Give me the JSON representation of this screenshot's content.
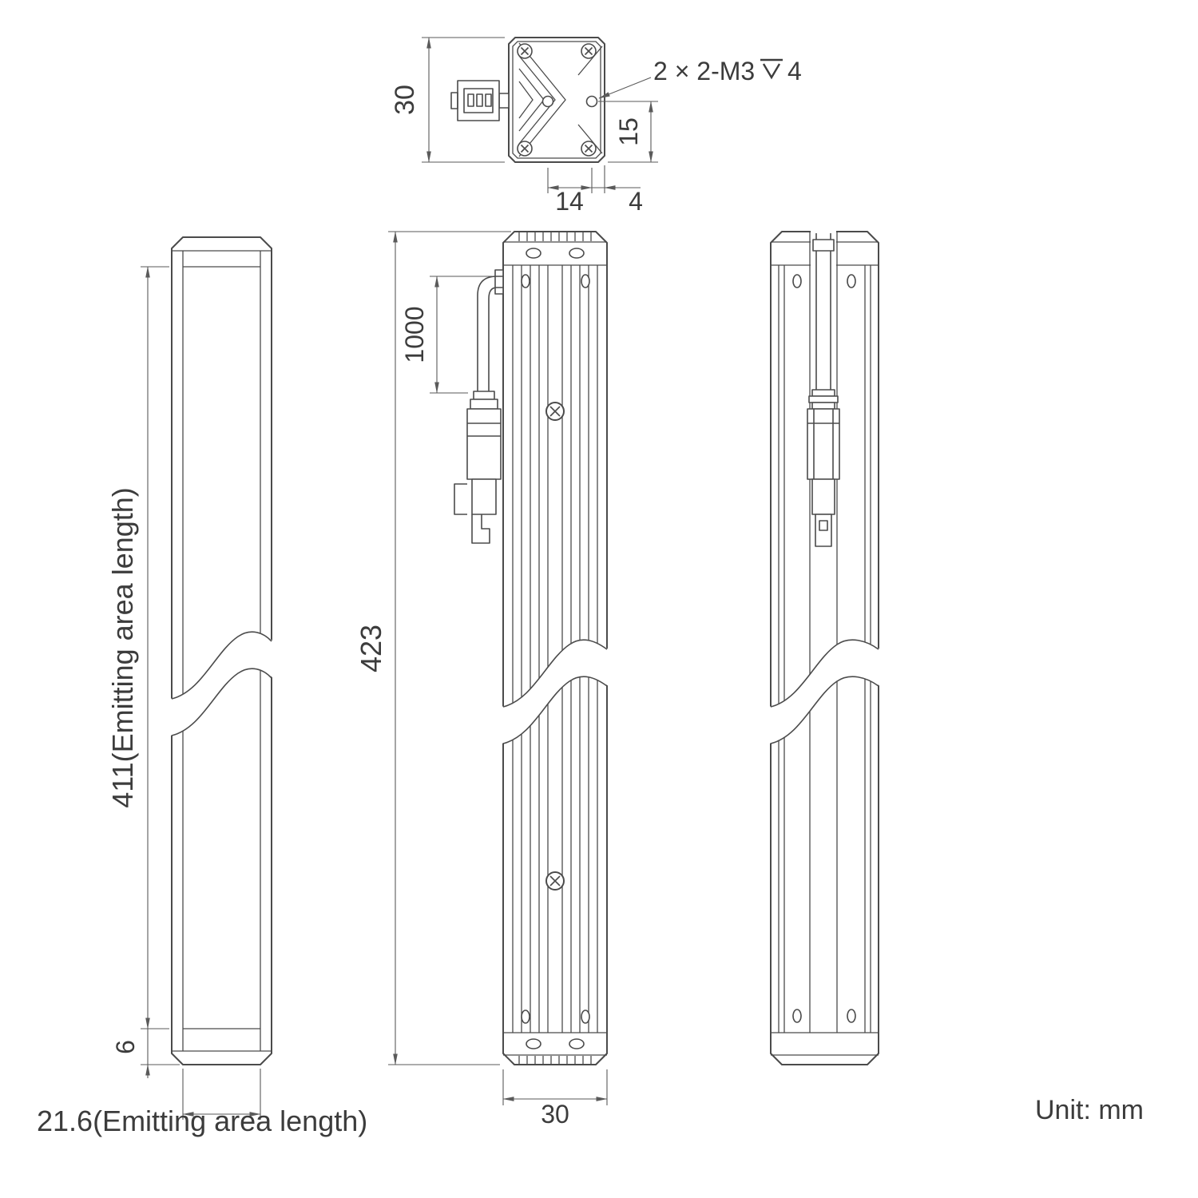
{
  "colors": {
    "line_color": "#4b4b4b",
    "text_color": "#3c3c3c",
    "background": "#ffffff"
  },
  "unit_label": "Unit: mm",
  "top_view": {
    "dim_height": "30",
    "thread_note_prefix": "2 × 2-M3",
    "thread_note_depth_symbol": "⊽",
    "thread_note_depth": "4",
    "dim_hole_to_bottom": "15",
    "dim_hole_spacing": "14",
    "dim_hole_to_edge": "4"
  },
  "front_view": {
    "dim_emitting_length": "411(Emitting area length)",
    "dim_bottom_margin": "6",
    "dim_emitting_width": "21.6(Emitting area length)"
  },
  "side_view": {
    "dim_overall_length": "423",
    "dim_cable_length": "1000",
    "dim_width": "30"
  }
}
